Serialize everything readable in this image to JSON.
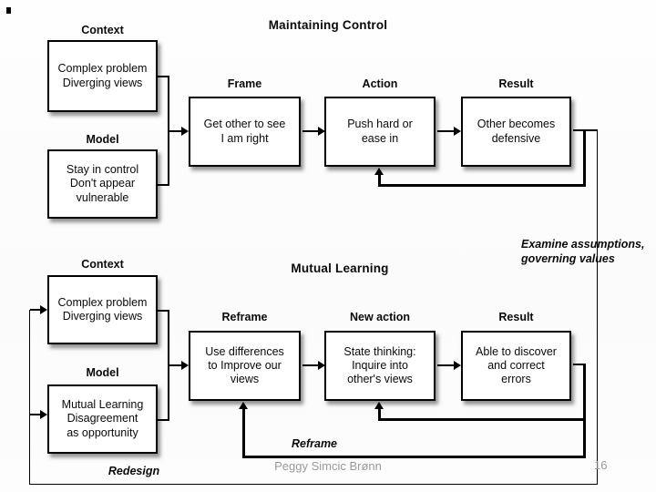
{
  "top_diagram": {
    "title": "Maintaining Control",
    "columns": {
      "context": {
        "label": "Context",
        "lines": [
          "Complex problem",
          "Diverging views"
        ]
      },
      "model": {
        "label": "Model",
        "lines": [
          "Stay in control",
          "Don't appear",
          "vulnerable"
        ]
      },
      "frame": {
        "label": "Frame",
        "lines": [
          "Get other to see",
          "I am right"
        ]
      },
      "action": {
        "label": "Action",
        "lines": [
          "Push hard or",
          "ease in"
        ]
      },
      "result": {
        "label": "Result",
        "lines": [
          "Other becomes",
          "defensive"
        ]
      }
    }
  },
  "bottom_diagram": {
    "title": "Mutual Learning",
    "columns": {
      "context": {
        "label": "Context",
        "lines": [
          "Complex problem",
          "Diverging views"
        ]
      },
      "model": {
        "label": "Model",
        "lines": [
          "Mutual Learning",
          "Disagreement",
          "as opportunity"
        ]
      },
      "reframe": {
        "label": "Reframe",
        "lines": [
          "Use differences",
          "to Improve our",
          "views"
        ]
      },
      "new_action": {
        "label": "New action",
        "lines": [
          "State thinking:",
          "Inquire into",
          "other's views"
        ]
      },
      "result": {
        "label": "Result",
        "lines": [
          "Able to discover",
          "and correct",
          "errors"
        ]
      }
    }
  },
  "annotations": {
    "examine": {
      "lines": [
        "Examine assumptions,",
        "governing values"
      ]
    },
    "reframe_loop": "Reframe",
    "redesign_loop": "Redesign"
  },
  "footer": {
    "author": "Peggy Simcic Brønn",
    "page_number": "16"
  },
  "colors": {
    "box_border": "#000000",
    "box_fill": "#ffffff",
    "line": "#000000",
    "footer_text": "#9a9a9a",
    "background": "#fdfdfd"
  }
}
